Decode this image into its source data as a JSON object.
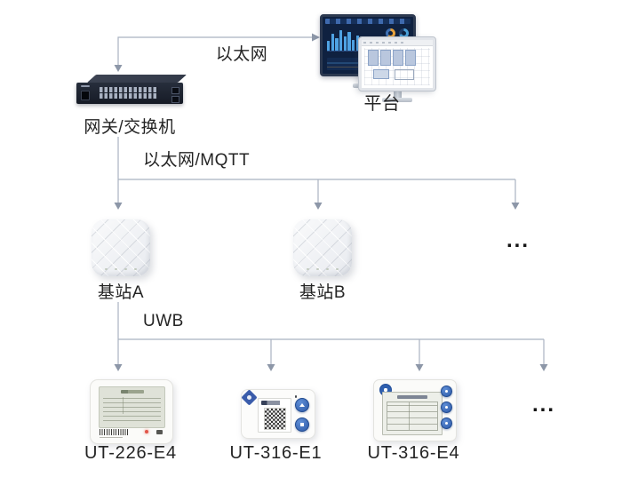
{
  "diagram_labels": {
    "ethernet": "以太网",
    "gateway_switch": "网关/交换机",
    "platform": "平台",
    "ethernet_mqtt": "以太网/MQTT",
    "base_station_a": "基站A",
    "base_station_b": "基站B",
    "more_base_stations": "...",
    "uwb": "UWB",
    "tag_ut226e4": "UT-226-E4",
    "tag_ut316e1": "UT-316-E1",
    "tag_ut316e4": "UT-316-E4",
    "more_tags": "..."
  },
  "colors": {
    "connector_line": "#a9b2c0",
    "connector_arrowhead": "#8d97a8",
    "label_text": "#242424",
    "dashboard_screen": "#0f2140",
    "dashboard_bar_blue": "#4fa3e3",
    "donut_orange": "#e8a23c",
    "device_button_blue": "#2c59a7",
    "led_red": "#e2564a"
  }
}
